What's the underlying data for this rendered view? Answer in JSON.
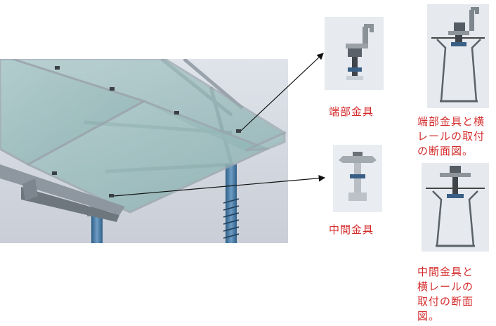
{
  "labels": {
    "end_clamp": "端部金具",
    "end_clamp_section_line1": "端部金具と横",
    "end_clamp_section_line2": "レールの取付",
    "end_clamp_section_line3": "の断面図。",
    "mid_clamp": "中間金具",
    "mid_clamp_section_line1": "中間金具と",
    "mid_clamp_section_line2": "横レールの",
    "mid_clamp_section_line3": "取付の断面",
    "mid_clamp_section_line4": "図。"
  },
  "colors": {
    "label_text": "#d42a2a",
    "panel_glass": "#8fb4b4",
    "frame": "#9aa3ab",
    "post": "#4f7fa8"
  }
}
